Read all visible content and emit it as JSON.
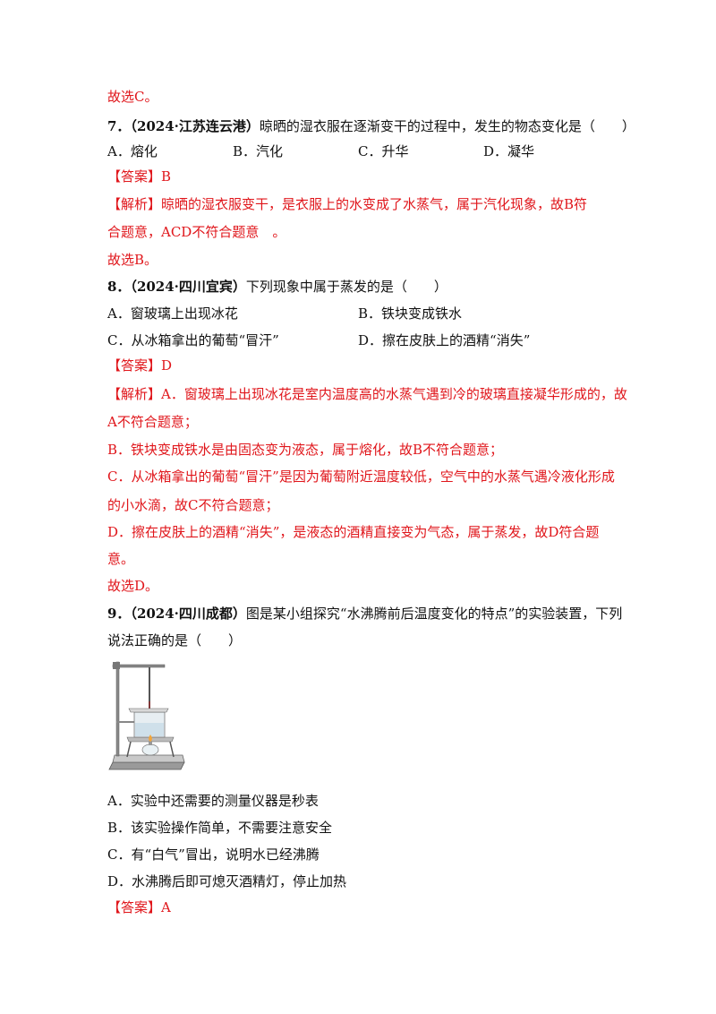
{
  "q6": {
    "conclusion": "故选C。"
  },
  "q7": {
    "number": "7．",
    "source": "（2024·江苏连云港）",
    "stem": "晾晒的湿衣服在逐渐变干的过程中，发生的物态变化是（　　）",
    "options": [
      "A．熔化",
      "B．汽化",
      "C．升华",
      "D．凝华"
    ],
    "answer_tag": "【答案】",
    "answer": "B",
    "analysis_tag": "【解析】",
    "analysis_line1": "晾晒的湿衣服变干，是衣服上的水变成了水蒸气，属于汽化现象，故B符",
    "analysis_line2": "合题意，ACD不符合题意　。",
    "conclusion": "故选B。"
  },
  "q8": {
    "number": "8．",
    "source": "（2024·四川宜宾）",
    "stem": "下列现象中属于蒸发的是（　　）",
    "options": [
      "A．窗玻璃上出现冰花",
      "B．铁块变成铁水",
      "C．从冰箱拿出的葡萄“冒汗”",
      "D．擦在皮肤上的酒精“消失”"
    ],
    "answer_tag": "【答案】",
    "answer": "D",
    "analysis_tag": "【解析】",
    "analysis": [
      "A．窗玻璃上出现冰花是室内温度高的水蒸气遇到冷的玻璃直接凝华形成的，故",
      "A不符合题意；",
      "B．铁块变成铁水是由固态变为液态，属于熔化，故B不符合题意；",
      "C．从冰箱拿出的葡萄“冒汗”是因为葡萄附近温度较低，空气中的水蒸气遇冷液化形成",
      "的小水滴，故C不符合题意；",
      "D．擦在皮肤上的酒精“消失”，是液态的酒精直接变为气态，属于蒸发，故D符合题",
      "意。"
    ],
    "conclusion": "故选D。"
  },
  "q9": {
    "number": "9．",
    "source": "（2024·四川成都）",
    "stem_line1": "图是某小组探究“水沸腾前后温度变化的特点”的实验装置，下列",
    "stem_line2": "说法正确的是（　　）",
    "options": [
      "A．实验中还需要的测量仪器是秒表",
      "B．该实验操作简单，不需要注意安全",
      "C．有“白气”冒出，说明水已经沸腾",
      "D．水沸腾后即可熄灭酒精灯，停止加热"
    ],
    "answer_tag": "【答案】",
    "answer": "A"
  }
}
